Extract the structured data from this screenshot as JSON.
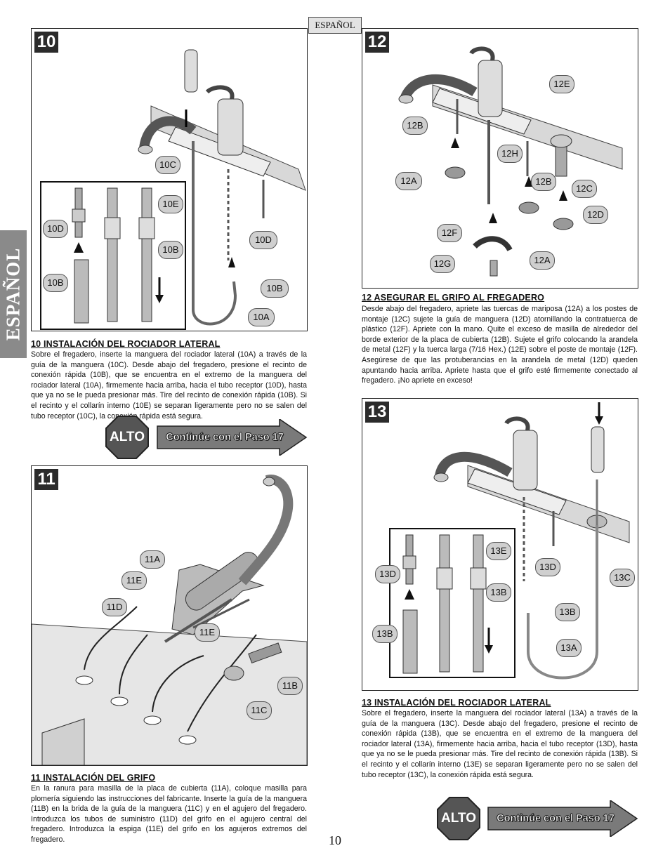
{
  "header": {
    "language_tag": "ESPAÑOL"
  },
  "side_tab": {
    "label": "ESPAÑOL"
  },
  "steps": {
    "s10": {
      "number": "10",
      "title": "10  INSTALACIÓN DEL ROCIADOR LATERAL",
      "body": "Sobre el fregadero, inserte la manguera del rociador lateral (10A) a través de la guía de la manguera (10C). Desde abajo del fregadero, presione el recinto de conexión rápida (10B), que se encuentra en el extremo de la manguera del rociador lateral (10A), firmemente hacia arriba, hacia el tubo receptor (10D), hasta que ya no se le pueda presionar más. Tire del recinto de conexión rápida (10B). Si el recinto y el collarín interno (10E) se separan ligeramente pero no se salen del tubo receptor (10C), la conexión rápida está segura.",
      "callouts": [
        "10C",
        "10E",
        "10D",
        "10B",
        "10B",
        "10D",
        "10B",
        "10A"
      ]
    },
    "s11": {
      "number": "11",
      "title": "11  INSTALACIÓN DEL GRIFO",
      "body": "En la ranura para masilla de la placa de cubierta (11A), coloque masilla para plomería siguiendo las instrucciones del fabricante. Inserte la guía de la manguera (11B) en la brida de la guía de la manguera (11C) y en el agujero del fregadero. Introduzca los tubos de suministro (11D) del grifo en el agujero central del fregadero. Introduzca la espiga (11E) del grifo en los agujeros extremos del fregadero.",
      "callouts": [
        "11A",
        "11E",
        "11D",
        "11E",
        "11B",
        "11C"
      ]
    },
    "s12": {
      "number": "12",
      "title": "12  ASEGURAR EL GRIFO AL FREGADERO",
      "body": "Desde abajo del fregadero, apriete las tuercas de mariposa (12A) a los postes de montaje (12C) sujete la guía de manguera (12D) atornillando la contratuerca de plástico (12F). Apriete con la mano. Quite el exceso de masilla de alrededor del borde exterior de la placa de cubierta (12B). Sujete el grifo colocando la arandela de metal (12F) y la tuerca larga (7/16 Hex.) (12E) sobre el poste de montaje (12F). Asegúrese de que las protuberancias en la arandela de metal (12D) queden apuntando hacia arriba. Apriete hasta que el grifo esté firmemente conectado al fregadero. ¡No apriete en exceso!",
      "callouts": [
        "12E",
        "12B",
        "12H",
        "12A",
        "12B",
        "12C",
        "12D",
        "12F",
        "12G",
        "12A"
      ]
    },
    "s13": {
      "number": "13",
      "title": "13  INSTALACIÓN DEL ROCIADOR LATERAL",
      "body": "Sobre el fregadero, inserte la manguera del rociador lateral (13A) a través de la guía de la manguera (13C). Desde abajo del fregadero, presione el recinto de conexión rápida (13B), que se encuentra en el extremo de la manguera del rociador lateral (13A), firmemente hacia arriba, hacia el tubo receptor (13D), hasta que ya no se le pueda presionar más. Tire del recinto de conexión rápida (13B). Si el recinto y el collarín interno (13E) se separan ligeramente pero no se salen del tubo receptor (13C), la conexión rápida está segura.",
      "callouts": [
        "13E",
        "13D",
        "13D",
        "13B",
        "13C",
        "13B",
        "13B",
        "13A"
      ]
    }
  },
  "stop_signs": [
    {
      "stop_label": "ALTO",
      "next_label": "Continúe con el Paso 17"
    },
    {
      "stop_label": "ALTO",
      "next_label": "Continúe con el Paso 17"
    }
  ],
  "footer": {
    "page_number": "10"
  },
  "colors": {
    "stop_red": "#555555",
    "arrow_fill": "#7a7a7a",
    "tab_gray": "#8a8a8a"
  }
}
